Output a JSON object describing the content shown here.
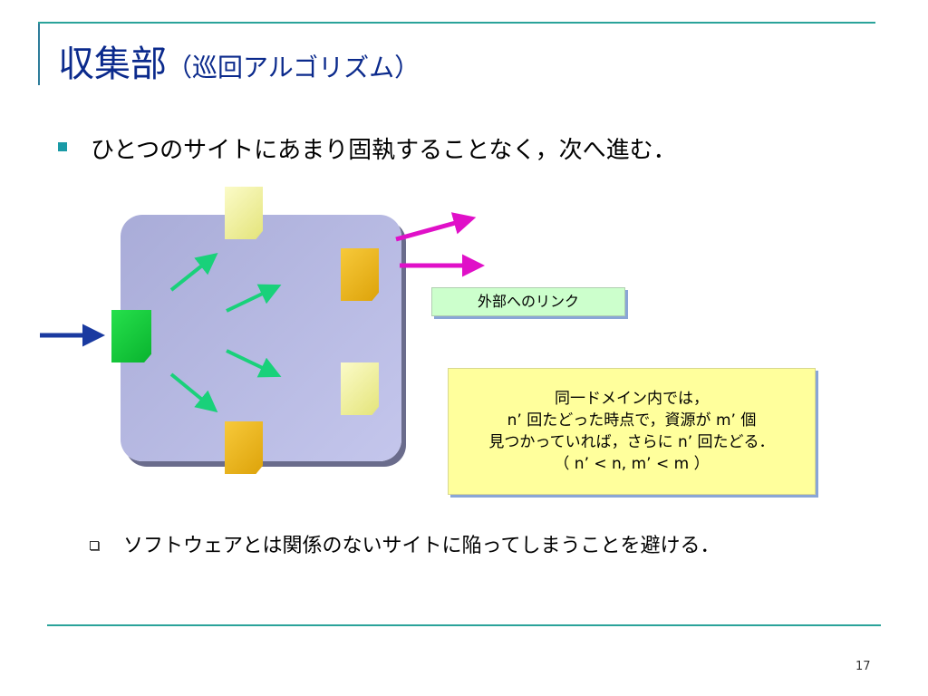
{
  "slide": {
    "title": "収集部",
    "title_sub": "（巡回アルゴリズム）",
    "bullet": "ひとつのサイトにあまり固執することなく，次へ進む．",
    "link_label": "外部へのリンク",
    "note_lines": [
      "同一ドメイン内では，",
      "n’ 回たどった時点で，資源が m’ 個",
      "見つかっていれば，さらに n’ 回たどる．",
      "（ n’ < n, m’ < m ）"
    ],
    "sub_bullet": "ソフトウェアとは関係のないサイトに陥ってしまうことを避ける．",
    "page_number": "17"
  },
  "colors": {
    "title": "#0b2a8c",
    "accent_line": "#2aa39a",
    "panel": "#b5b8e3",
    "link_box": "#ccffcc",
    "note_box": "#ffff9c",
    "entry_arrow": "#1a3aa0",
    "internal_arrow": "#19d17a",
    "external_arrow": "#e010c8"
  }
}
